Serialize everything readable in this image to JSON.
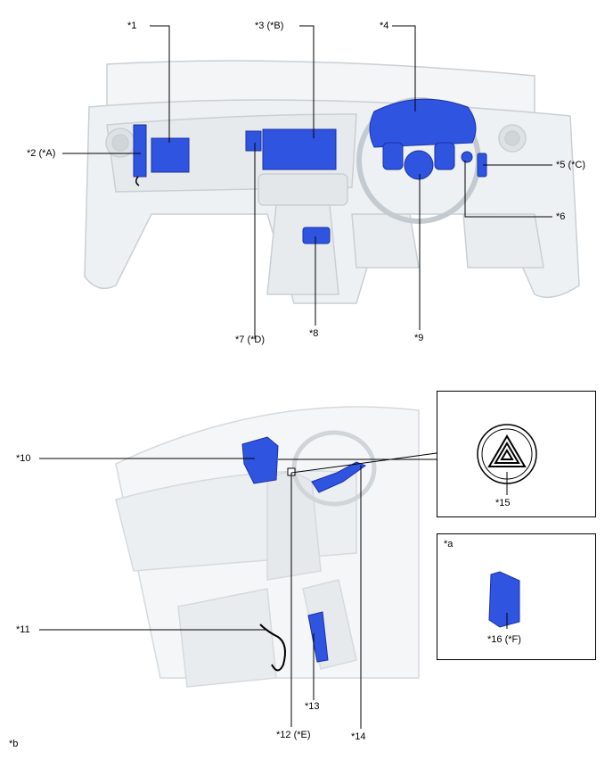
{
  "callouts": {
    "c1": "*1",
    "c2": "*2 (*A)",
    "c3": "*3 (*B)",
    "c4": "*4",
    "c5": "*5 (*C)",
    "c6": "*6",
    "c7": "*7 (*D)",
    "c8": "*8",
    "c9": "*9",
    "c10": "*10",
    "c11": "*11",
    "c12": "*12 (*E)",
    "c13": "*13",
    "c14": "*14",
    "c15": "*15",
    "c16": "*16 (*F)"
  },
  "inset_note": "*a",
  "footnote": "*b",
  "colors": {
    "component_blue": "#2f55e0",
    "component_dark": "#1a2fa8",
    "car_outline": "#c9cfd4",
    "car_fill": "#eef1f3",
    "leader": "#000000"
  }
}
